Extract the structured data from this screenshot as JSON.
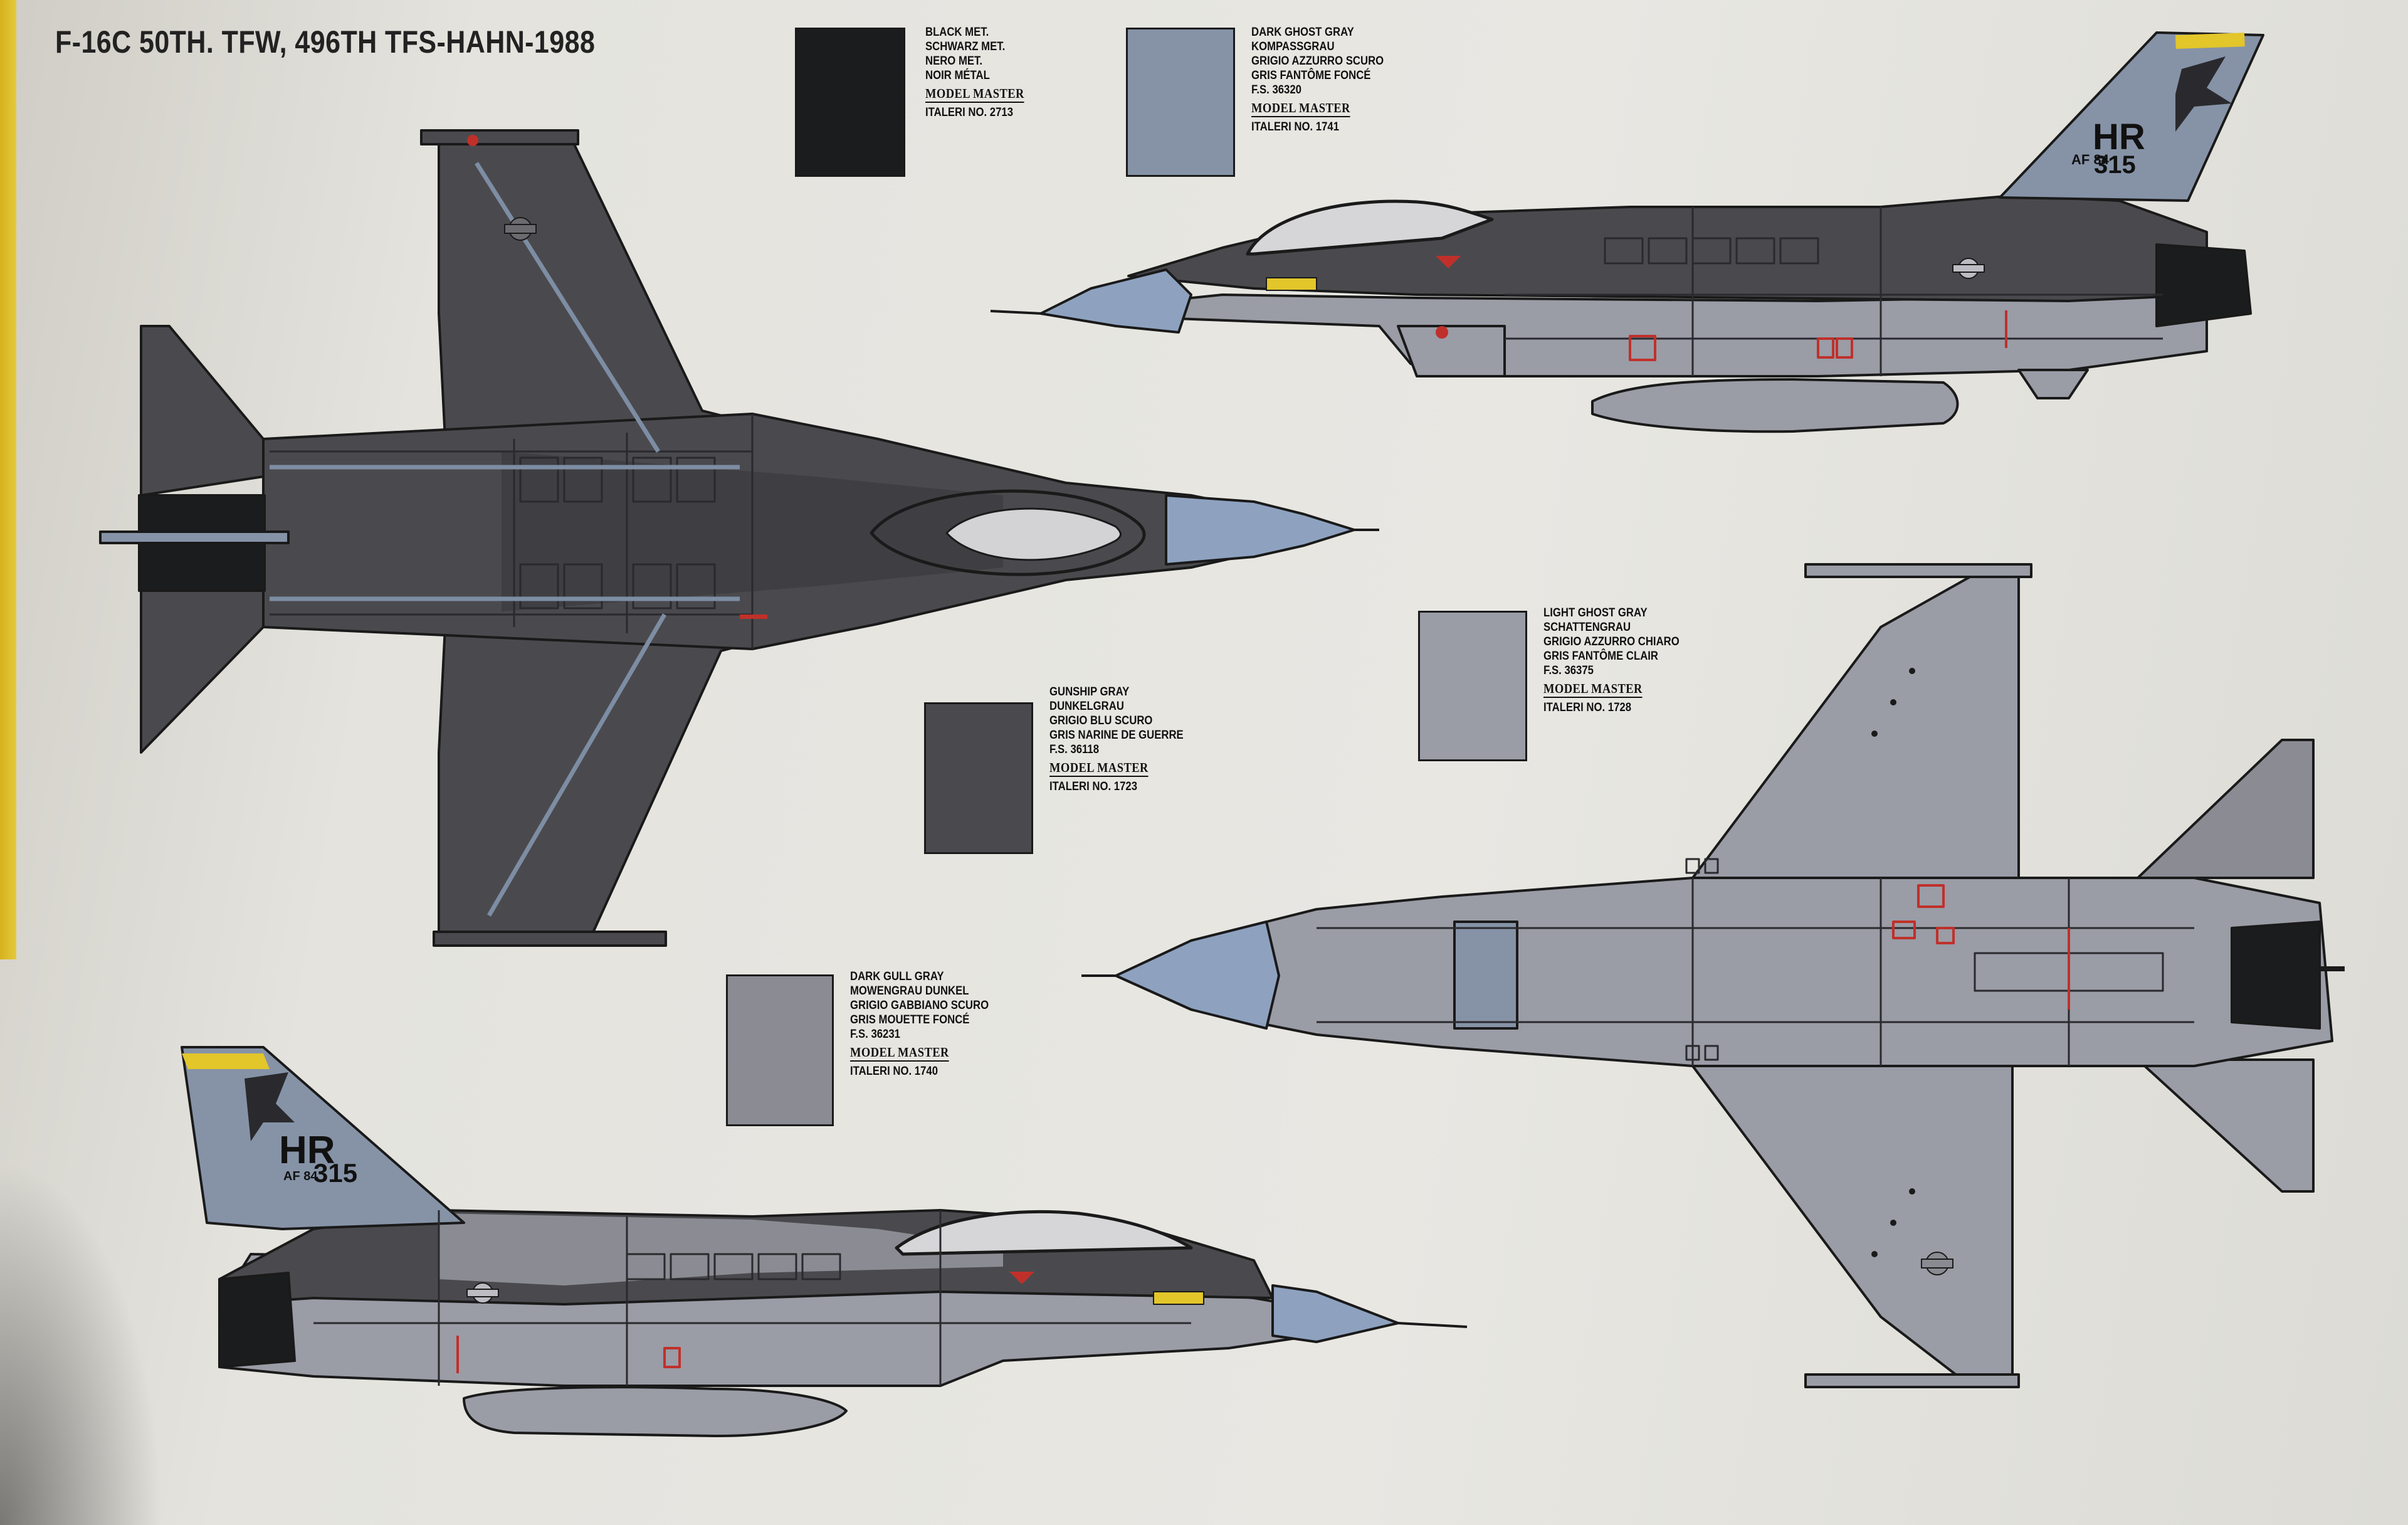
{
  "title": "F-16C 50TH. TFW, 496TH TFS-HAHN-1988",
  "colors": {
    "black_met": "#1b1c1e",
    "dark_ghost_gray": "#8693a7",
    "gunship_gray": "#4a4a4e",
    "light_ghost_gray": "#9a9ca6",
    "dark_gull_gray": "#8b8c93",
    "radome_blue": "#8ea2c0",
    "tail_stripe": "#e2c62a",
    "detail_red": "#c0302a"
  },
  "swatches": [
    {
      "key": "black",
      "names": [
        "BLACK MET.",
        "SCHWARZ MET.",
        "NERO MET.",
        "NOIR MÉTAL"
      ],
      "fs": "",
      "brand": "MODEL MASTER",
      "italeri": "ITALERI NO. 2713"
    },
    {
      "key": "dark_ghost",
      "names": [
        "DARK GHOST GRAY",
        "KOMPASSGRAU",
        "GRIGIO AZZURRO SCURO",
        "GRIS FANTÔME FONCÉ"
      ],
      "fs": "F.S. 36320",
      "brand": "MODEL MASTER",
      "italeri": "ITALERI NO. 1741"
    },
    {
      "key": "light_ghost",
      "names": [
        "LIGHT GHOST GRAY",
        "SCHATTENGRAU",
        "GRIGIO AZZURRO CHIARO",
        "GRIS FANTÔME CLAIR"
      ],
      "fs": "F.S. 36375",
      "brand": "MODEL MASTER",
      "italeri": "ITALERI NO. 1728"
    },
    {
      "key": "gunship",
      "names": [
        "GUNSHIP GRAY",
        "DUNKELGRAU",
        "GRIGIO BLU SCURO",
        "GRIS NARINE DE GUERRE"
      ],
      "fs": "F.S. 36118",
      "brand": "MODEL MASTER",
      "italeri": "ITALERI NO. 1723"
    },
    {
      "key": "dark_gull",
      "names": [
        "DARK GULL GRAY",
        "MOWENGRAU DUNKEL",
        "GRIGIO GABBIANO SCURO",
        "GRIS MOUETTE FONCÉ"
      ],
      "fs": "F.S. 36231",
      "brand": "MODEL MASTER",
      "italeri": "ITALERI NO. 1740"
    }
  ],
  "aircraft_markings": {
    "tail_code": "HR",
    "serial_prefix": "AF 84",
    "serial": "315"
  }
}
